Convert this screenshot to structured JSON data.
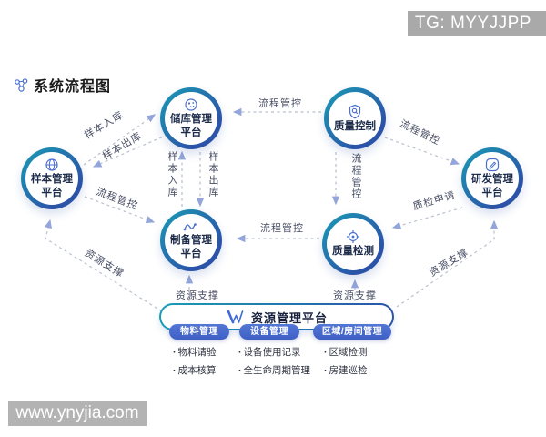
{
  "badge": {
    "text": "TG: MYYJJPP"
  },
  "watermark": {
    "text": "www.ynyjia.com"
  },
  "title": {
    "text": "系统流程图"
  },
  "nodes": {
    "sample": {
      "label": "样本管理\n平台"
    },
    "storage": {
      "label": "储库管理\n平台"
    },
    "quality_control": {
      "label": "质量控制"
    },
    "rnd": {
      "label": "研发管理\n平台"
    },
    "preparation": {
      "label": "制备管理\n平台"
    },
    "quality_testing": {
      "label": "质量检测"
    }
  },
  "edge_labels": {
    "sample_in": "样本入库",
    "sample_out": "样本出库",
    "process_control": "流程管控",
    "qc_request": "质检申请",
    "resource_support": "资源支撑"
  },
  "resource_platform": {
    "title": "资源管理平台",
    "groups": [
      {
        "label": "物料管理",
        "items": [
          "物料请验",
          "成本核算"
        ]
      },
      {
        "label": "设备管理",
        "items": [
          "设备使用记录",
          "全生命周期管理"
        ]
      },
      {
        "label": "区域/房间管理",
        "items": [
          "区域检测",
          "房建巡检"
        ]
      }
    ]
  },
  "colors": {
    "ring_teal": "#1a9cb5",
    "ring_blue": "#2b54a8",
    "pill_blue": "#4a6bcb",
    "arrowhead": "#93a5da",
    "dash_gray": "#b8bfcd",
    "badge_gray": "#a9a9a9"
  }
}
